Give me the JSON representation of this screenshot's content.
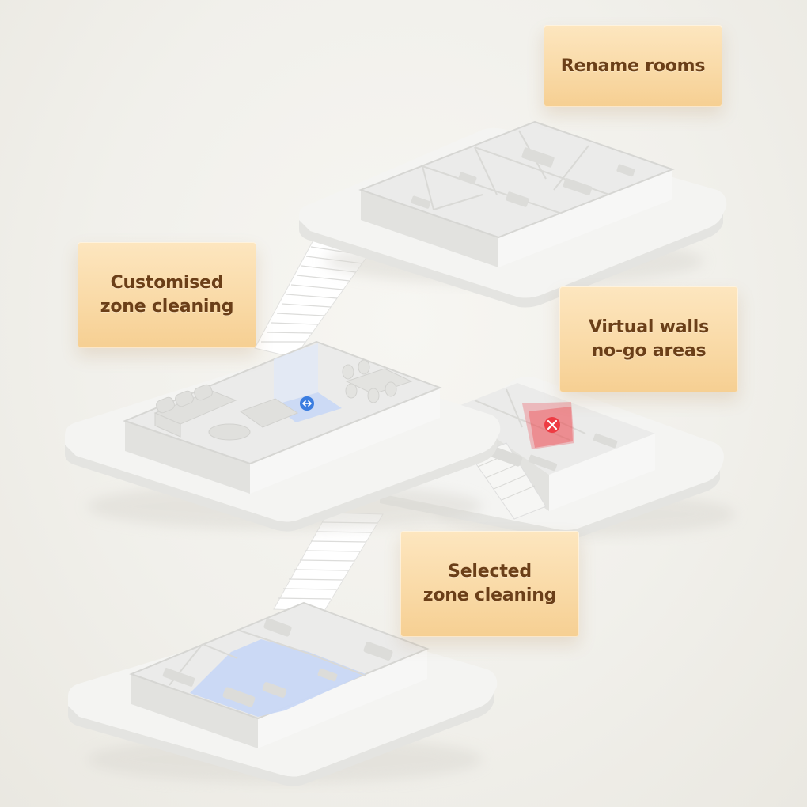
{
  "labels": {
    "rename_rooms": "Rename rooms",
    "customised_zone_cleaning": "Customised\nzone cleaning",
    "virtual_walls": "Virtual walls\nno-go areas",
    "selected_zone_cleaning": "Selected\nzone cleaning"
  },
  "colors": {
    "label_bg": "#f9d9a5",
    "label_text": "#6b3f18",
    "selected_zone": "#c9d8f6",
    "nogo_zone": "#ee3b43",
    "zone_marker": "#3b7de0"
  },
  "icons": {
    "zone_marker": "resize-arrows-icon",
    "nogo_marker": "close-icon"
  }
}
